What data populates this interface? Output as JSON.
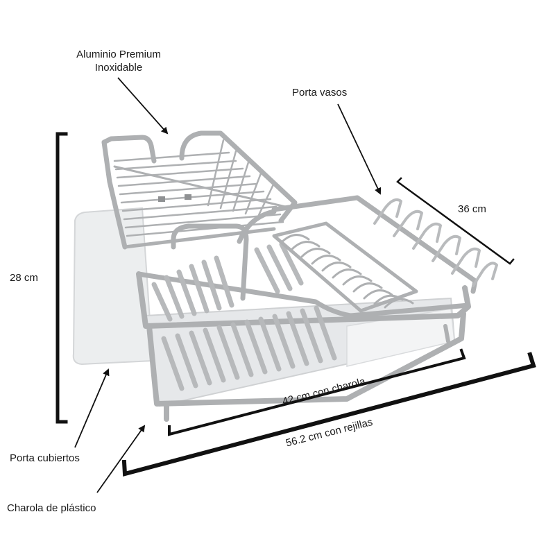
{
  "labels": {
    "material_line1": "Aluminio Premium",
    "material_line2": "Inoxidable",
    "porta_vasos": "Porta vasos",
    "depth": "36 cm",
    "height": "28 cm",
    "width_tray": "42 cm con charola",
    "width_racks": "56.2 cm con rejillas",
    "porta_cubiertos": "Porta cubiertos",
    "charola": "Charola de plástico"
  },
  "colors": {
    "frame": "#aeb0b2",
    "frame_dark": "#8f9193",
    "plastic": "#eceeef",
    "dimension_line": "#111111",
    "text": "#1a1a1a"
  }
}
